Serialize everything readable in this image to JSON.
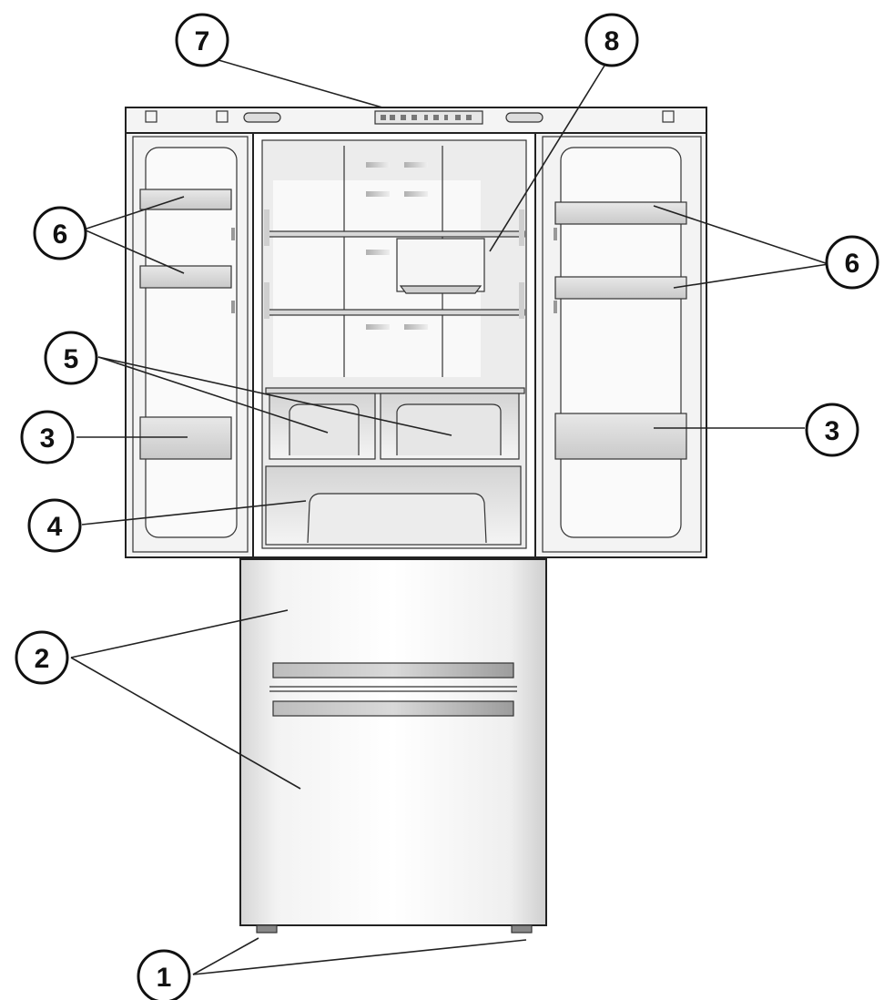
{
  "callouts": [
    {
      "id": "feet",
      "label": "1"
    },
    {
      "id": "freezer-drawers",
      "label": "2"
    },
    {
      "id": "door-bin-large",
      "label": "3"
    },
    {
      "id": "lower-drawer",
      "label": "4"
    },
    {
      "id": "crisper-drawers",
      "label": "5"
    },
    {
      "id": "door-bin-small",
      "label": "6"
    },
    {
      "id": "control-panel",
      "label": "7"
    },
    {
      "id": "light-housing",
      "label": "8"
    }
  ],
  "colors": {
    "line": "#222222",
    "panel": "#f2f2f2",
    "interior": "#eeeeee",
    "shade": "#bdbdbd",
    "handle": "#a9a9a9"
  }
}
